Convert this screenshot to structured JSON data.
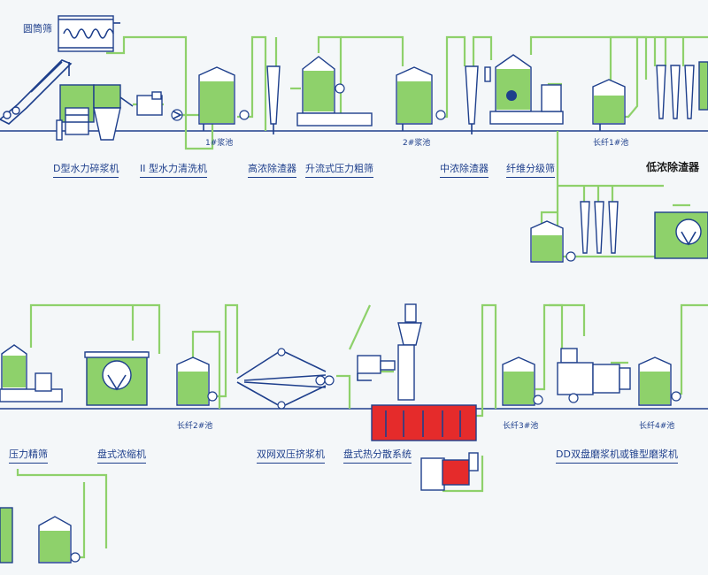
{
  "labels": {
    "drum_screen": "圆筒筛",
    "d_pulper": "D型水力碎浆机",
    "washer": "II 型水力清洗机",
    "hd_cleaner": "高浓除渣器",
    "pressure_coarse": "升流式压力粗筛",
    "md_cleaner": "中浓除渣器",
    "fiber_fractionator": "纤维分级筛",
    "ld_cleaner": "低浓除渣器",
    "fine_screen": "压力精筛",
    "disc_thickener": "盘式浓缩机",
    "twin_wire": "双网双压挤浆机",
    "disperser": "盘式热分散系统",
    "refiner": "DD双盘磨浆机或锥型磨浆机"
  },
  "tanks": {
    "pulp1": "1#浆池",
    "pulp2": "2#浆池",
    "long1": "长纤1#池",
    "long2": "长纤2#池",
    "long3": "长纤3#池",
    "long4": "长纤4#池"
  },
  "colors": {
    "pipe": "#8ed16b",
    "outline": "#1e3f8c",
    "fill": "#8ed16b",
    "highlight": "#e52b2b",
    "background": "#f4f7f9"
  }
}
